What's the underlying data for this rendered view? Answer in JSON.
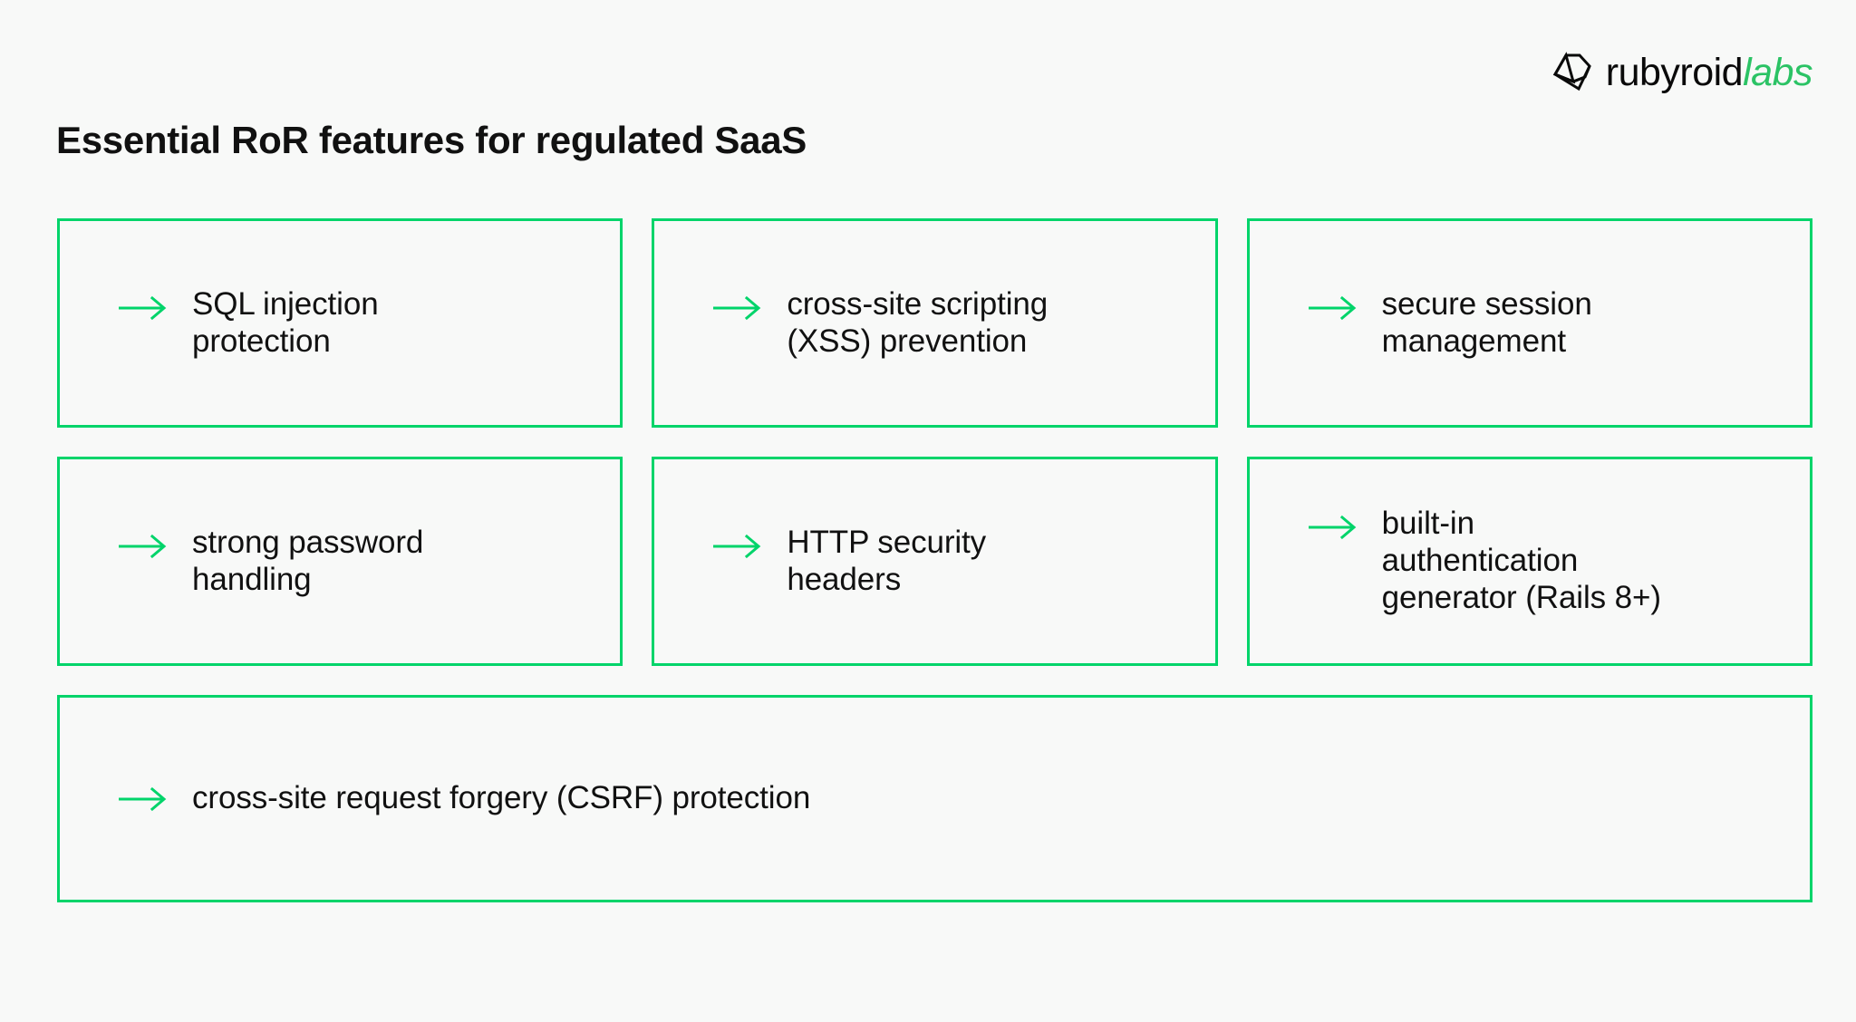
{
  "brand": {
    "logo_icon": "rubyroid-gem-icon",
    "name_primary": "rubyroid",
    "name_accent": "labs",
    "accent_color": "#2BC365"
  },
  "header": {
    "title": "Essential RoR features for regulated SaaS"
  },
  "theme": {
    "background": "#F8F9F8",
    "border_green": "#00D46A",
    "arrow_green": "#00D46A",
    "text_color": "#111111"
  },
  "cards": [
    {
      "marker": "arrow-right-icon",
      "text": "SQL injection\nprotection"
    },
    {
      "marker": "arrow-right-icon",
      "text": "cross-site scripting\n(XSS) prevention"
    },
    {
      "marker": "arrow-right-icon",
      "text": "secure session\nmanagement"
    },
    {
      "marker": "arrow-right-icon",
      "text": "strong password\nhandling"
    },
    {
      "marker": "arrow-right-icon",
      "text": "HTTP security\nheaders"
    },
    {
      "marker": "arrow-right-icon",
      "text": "built-in\nauthentication\ngenerator (Rails 8+)"
    }
  ],
  "wide_card": {
    "marker": "arrow-right-icon",
    "text": "cross-site request forgery (CSRF) protection"
  }
}
